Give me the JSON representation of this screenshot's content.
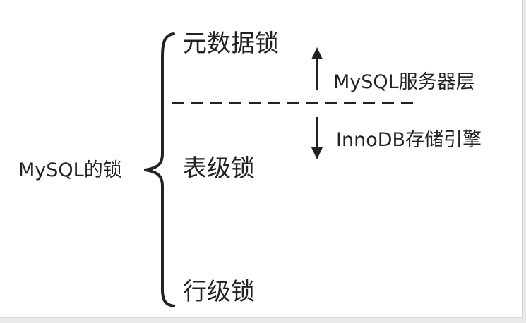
{
  "root_label": "MySQL的锁",
  "lock_levels": [
    "元数据锁",
    "表级锁",
    "行级锁"
  ],
  "layers": {
    "upper": "MySQL服务器层",
    "lower": "InnoDB存储引擎"
  },
  "icons": {
    "brace": "left-curly-brace",
    "divider": "dashed-line",
    "up": "up-arrow",
    "down": "down-arrow"
  },
  "colors": {
    "stroke": "#222222",
    "background": "#ffffff"
  }
}
